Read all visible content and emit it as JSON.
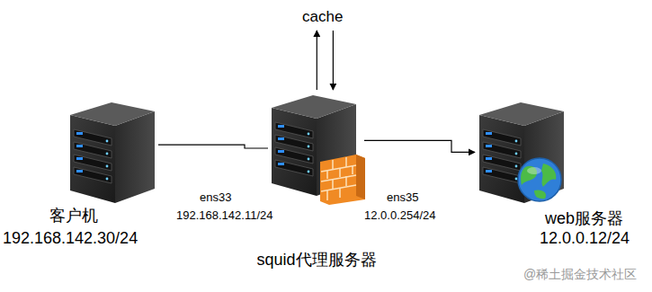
{
  "diagram": {
    "nodes": [
      {
        "text": [
          "cache"
        ]
      },
      {
        "text": [
          "客户机",
          "192.168.142.30/24"
        ]
      },
      {
        "text": [
          "squid代理服务器"
        ]
      },
      {
        "text": [
          "web服务器",
          "12.0.0.12/24"
        ]
      }
    ],
    "edges": [
      {
        "from": 1,
        "to": 2,
        "arrow": "none"
      },
      {
        "from": 2,
        "to": 3,
        "arrow": "to"
      },
      {
        "from": 2,
        "to": 0,
        "arrow": "to"
      },
      {
        "from": 0,
        "to": 2,
        "arrow": "to"
      }
    ],
    "labels": [
      "ens33",
      "192.168.142.11/24",
      "ens35",
      "12.0.0.254/24",
      "@稀土掘金技术社区"
    ]
  }
}
